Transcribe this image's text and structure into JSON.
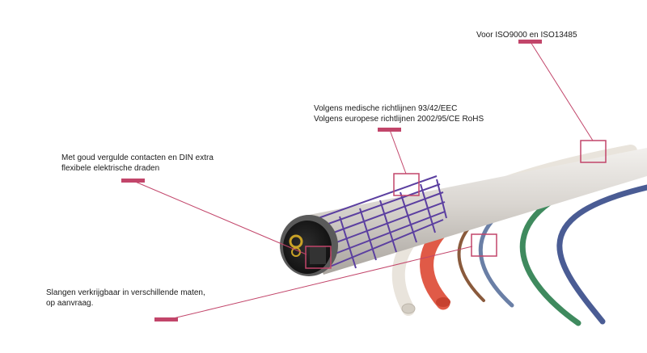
{
  "annotations": {
    "iso": {
      "line1": "Voor ISO9000 en ISO13485"
    },
    "eec": {
      "line1": "Volgens medische richtlijnen 93/42/EEC",
      "line2": "Volgens europese richtlijnen 2002/95/CE RoHS"
    },
    "gold": {
      "line1": "Met goud vergulde contacten en DIN extra",
      "line2": "flexibele elektrische draden"
    },
    "sizes": {
      "line1": "Slangen verkrijgbaar in verschillende maten,",
      "line2": "op aanvraag."
    }
  },
  "colors": {
    "accent": "#c2456a",
    "cable_main": "#d8d4cf",
    "braid": "#5b3fa0",
    "tube_white": "#e9e4dc",
    "tube_red": "#e05a47",
    "tube_brown": "#8a5a3c",
    "tube_blue_gray": "#6a7fa6",
    "tube_green": "#3f8a5e",
    "tube_navy": "#4a5c94",
    "connector_gold": "#c9a227"
  }
}
